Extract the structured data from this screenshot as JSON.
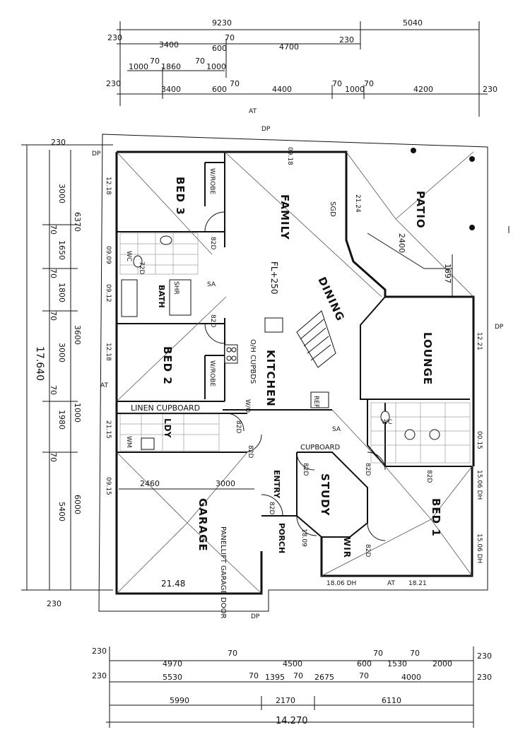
{
  "top_dims": {
    "overall": [
      "9230",
      "5040"
    ],
    "row1": [
      "230",
      "3400",
      "600",
      "70",
      "4700",
      "230"
    ],
    "row2": [
      "1000",
      "70",
      "1860",
      "70",
      "1000"
    ],
    "row3": [
      "230",
      "3400",
      "600",
      "70",
      "4400",
      "70",
      "1000",
      "70",
      "4200",
      "230"
    ]
  },
  "left_dims": {
    "top": "230",
    "chain": [
      "3000",
      "70",
      "1650",
      "70",
      "1800",
      "70",
      "3000",
      "70",
      "1980",
      "70",
      "5400"
    ],
    "secondary": [
      "6370",
      "3600",
      "1000",
      "6000"
    ],
    "overall": "17.640",
    "bottom": "230"
  },
  "bottom_dims": {
    "row1": [
      "230",
      "4970",
      "70",
      "4500",
      "600",
      "70",
      "1530",
      "70",
      "2000",
      "230"
    ],
    "row2": [
      "230",
      "5530",
      "70",
      "1395",
      "70",
      "2675",
      "70",
      "4000",
      "230"
    ],
    "row3": [
      "5990",
      "2170",
      "6110"
    ],
    "overall": "14.270"
  },
  "rooms": {
    "bed3": "BED 3",
    "family": "FAMILY",
    "patio": "PATIO",
    "dining": "DINING",
    "lounge": "LOUNGE",
    "bed2": "BED 2",
    "kitchen": "KITCHEN",
    "bath": "BATH",
    "wc1": "WC",
    "wc2": "WC",
    "linen": "LINEN CUPBOARD",
    "ldy": "LDY",
    "wm": "WM",
    "garage": "GARAGE",
    "entry": "ENTRY",
    "porch": "PORCH",
    "study": "STUDY",
    "bed1": "BED 1",
    "wir": "WIR",
    "cupboard": "CUPBOARD",
    "shr": "SHR",
    "wrobe1": "W/ROBE",
    "wrobe2": "W/ROBE",
    "ref": "REF",
    "wo": "W/O"
  },
  "notes": {
    "fl250": "FL+250",
    "oh_cupbds": "O/H CUPBDS",
    "panellift": "PANELLIFT GARAGE DOOR",
    "sgd": "SGD",
    "d_2400": "2400",
    "d_1697": "1697",
    "d_2460": "2460",
    "d_3000": "3000",
    "garage_width": "21.48",
    "patio_w": "09.18",
    "patio_h": "21.24",
    "lounge_h": "12.21",
    "bed3_h": "12.18",
    "bed2_h": "12.18",
    "w_0909": "09.09",
    "w_0912": "09.12",
    "ldy_w": "21.15",
    "at_0915": "09.15",
    "dh_0906": "18.06 DH",
    "w_1821": "18.21",
    "w_1809": "18.09",
    "lounge_w": "00.15",
    "bed1_w": "15.06 DH",
    "bed1_w2": "15.06 DH",
    "smoke": "SA",
    "dp": "DP",
    "at": "AT",
    "d_82d": "82D",
    "d_72d": "72D"
  }
}
